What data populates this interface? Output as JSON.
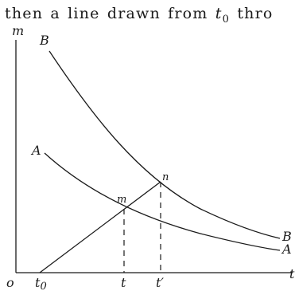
{
  "caption": {
    "before": "then a line drawn from ",
    "symbol": "t",
    "subscript": "0",
    "after": " thro"
  },
  "diagram": {
    "vertical_axis_label": "m",
    "origin_label": "o",
    "curves": [
      {
        "start_label": "B",
        "end_label": "B"
      },
      {
        "start_label": "A",
        "end_label": "A"
      }
    ],
    "points": {
      "n": "n",
      "m": "m",
      "t0_symbol": "t",
      "t0_subscript": "0",
      "t": "t",
      "t_prime": "t′",
      "axis_end": "t"
    }
  },
  "colors": {
    "ink": "#1a1a1a",
    "paper": "#ffffff"
  }
}
